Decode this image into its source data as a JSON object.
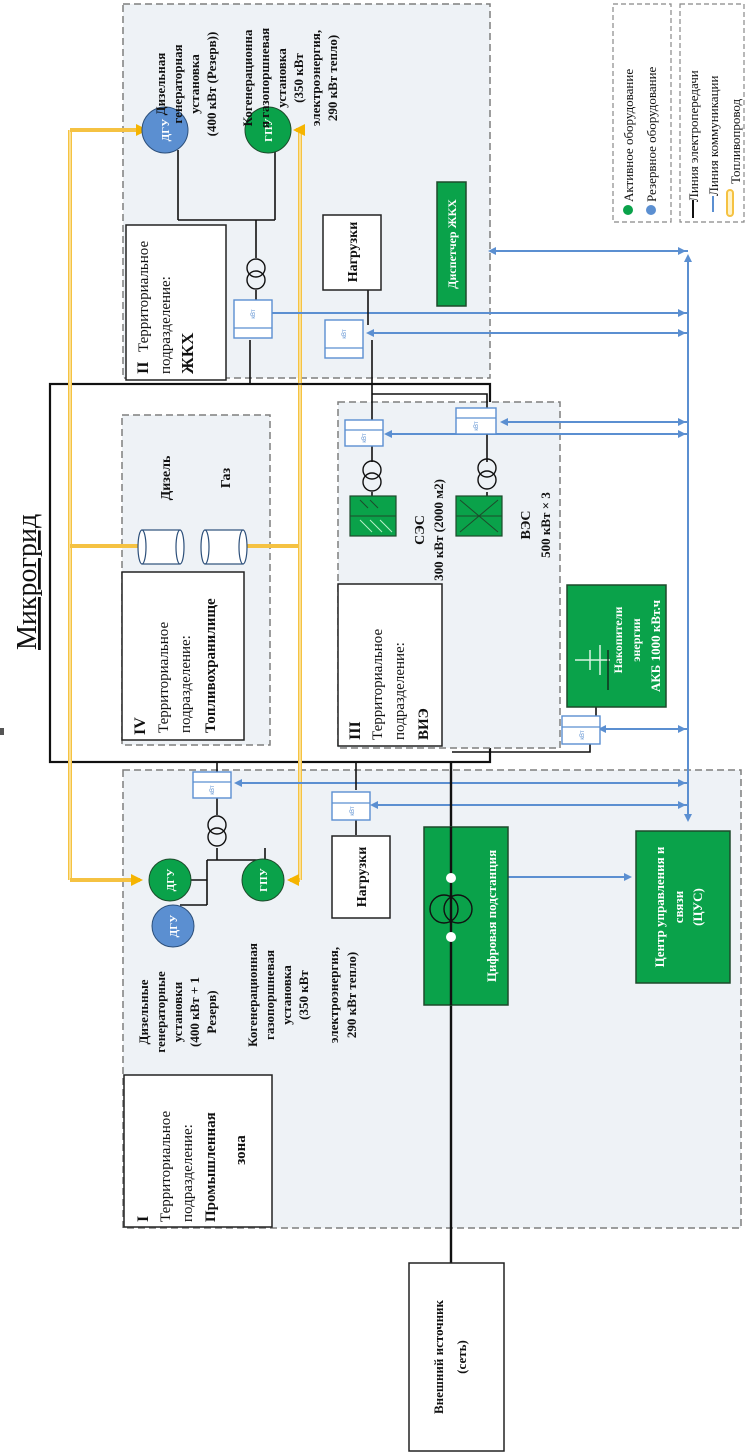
{
  "title": "Микрогрид",
  "legend": {
    "equipment": [
      {
        "label": "Активное оборудование",
        "color": "#0aa24a"
      },
      {
        "label": "Резервное оборудование",
        "color": "#5b8fd1"
      }
    ],
    "lines": [
      {
        "label": "Линия электропередачи",
        "color": "#111111"
      },
      {
        "label": "Линия коммуникации",
        "color": "#5b8fd1"
      },
      {
        "label": "Топливопровод",
        "color": "#f5c242"
      }
    ]
  },
  "zones": {
    "zone2": {
      "numeral": "II",
      "label_line1": "Территориальное",
      "label_line2": "подразделение:",
      "name": "ЖКХ",
      "dgu_desc": [
        "Дизельная",
        "генераторная",
        "установка",
        "(400 кВт (Резерв))"
      ],
      "gpu_desc": [
        "Когенерационна",
        "я газопоршневая",
        "установка",
        "(350 кВт",
        "электроэнергия,",
        "290 кВт тепло)"
      ],
      "dgu_label": "ДГУ",
      "gpu_label": "ГПУ",
      "load_label": "Нагрузки",
      "dispatcher_label": "Диспетчер ЖКХ"
    },
    "zone4": {
      "numeral": "IV",
      "label_line1": "Территориальное",
      "label_line2": "подразделение:",
      "name": "Топливохранилище",
      "tank1": "Дизель",
      "tank2": "Газ"
    },
    "zone3": {
      "numeral": "III",
      "label_line1": "Территориальное",
      "label_line2": "подразделение:",
      "name": "ВИЭ",
      "solar_name": "СЭС",
      "solar_desc": "300 кВт (2000 м2)",
      "wind_name": "ВЭС",
      "wind_desc": "500 кВт × 3",
      "storage": [
        "Накопители",
        "энергии",
        "АКБ 1000 кВт.ч"
      ]
    },
    "zone1": {
      "numeral": "I",
      "label_line1": "Территориальное",
      "label_line2": "подразделение:",
      "name_line1": "Промышленная",
      "name_line2": "зона",
      "dgu_desc": [
        "Дизельные",
        "генераторные",
        "установки",
        "(400 кВт + 1",
        "Резерв)"
      ],
      "gpu_desc": [
        "Когенерационная",
        "газопоршневая",
        "установка",
        "(350 кВт",
        "электроэнергия,",
        "290 кВт тепло)"
      ],
      "dgu_label": "ДГУ",
      "gpu_label": "ГПУ",
      "load_label": "Нагрузки",
      "substation_label": "Цифровая подстанция",
      "control_center": [
        "Центр управления и",
        "связи",
        "(ЦУС)"
      ]
    }
  },
  "external_source": [
    "Внешний источник",
    "(сеть)"
  ],
  "meter_label": "кВт"
}
